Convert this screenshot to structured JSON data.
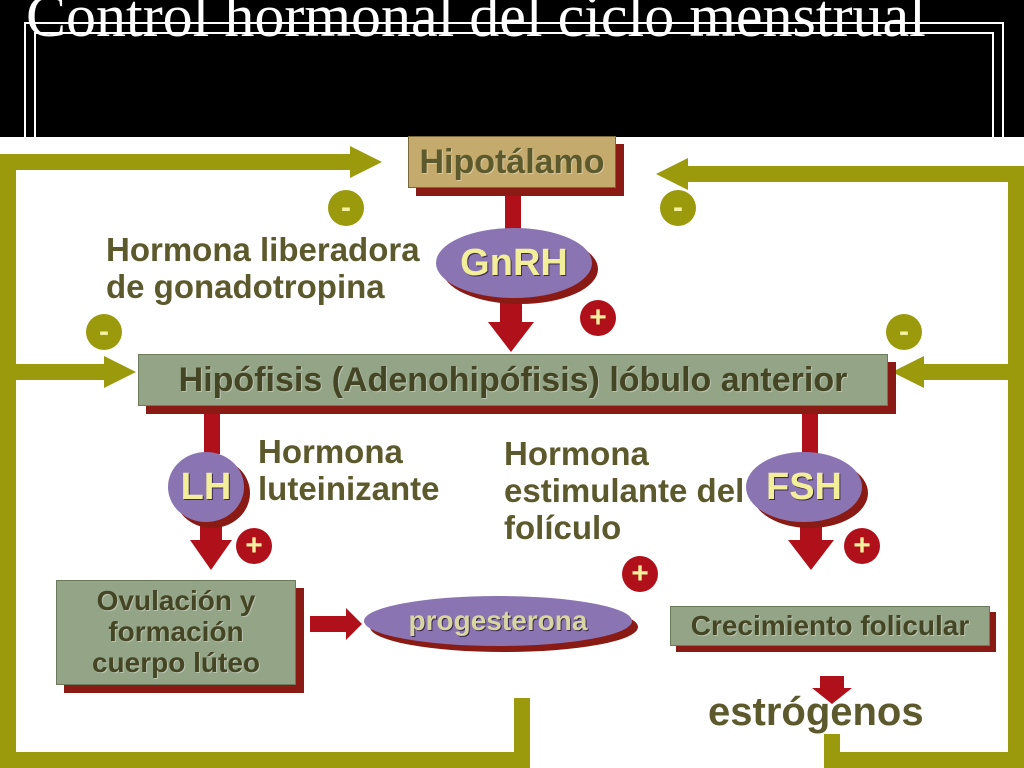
{
  "title": "Control hormonal del ciclo menstrual",
  "boxes": {
    "hipotalamo": "Hipotálamo",
    "hipofisis": "Hipófisis (Adenohipófisis) lóbulo anterior",
    "ovulacion_1": "Ovulación y",
    "ovulacion_2": "formación",
    "ovulacion_3": "cuerpo lúteo",
    "crecimiento": "Crecimiento folicular"
  },
  "hormones": {
    "gnrh": "GnRH",
    "lh": "LH",
    "fsh": "FSH",
    "progesterona": "progesterona",
    "estrogenos": "estrógenos"
  },
  "labels": {
    "gnrh_1": "Hormona liberadora",
    "gnrh_2": "de gonadotropina",
    "lh_1": "Hormona",
    "lh_2": "luteinizante",
    "fsh_1": "Hormona",
    "fsh_2": "estimulante del",
    "fsh_3": "folículo"
  },
  "signs": {
    "minus": "-",
    "plus": "+"
  },
  "colors": {
    "feedback_line": "#9a9a0c",
    "arrow": "#b0101a",
    "shadow": "#8a1a14",
    "hypothalamus_box": "#c4aa6c",
    "gland_box": "#94a486",
    "hormone_ellipse": "#8a74b2"
  }
}
